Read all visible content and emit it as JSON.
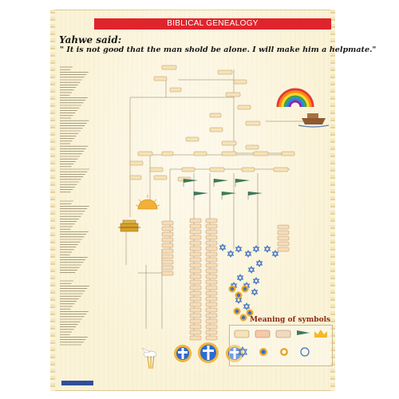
{
  "poster": {
    "title": "BIBLICAL GENEALOGY",
    "speaker": "Yahwe said:",
    "quote": "\" It is not good that the man shold be alone. I will make him a helpmate.\"",
    "colors": {
      "paper": "#fbf3d7",
      "title_bar": "#e0242c",
      "line": "#8a7a5a",
      "node": "#f6e3b5",
      "node_border": "#a8825a",
      "pennant": "#3f7a5a",
      "star": "#3e6fbf",
      "gear": "#e8a92a"
    }
  },
  "legend": {
    "title": "Meaning of symbols",
    "icons": [
      "covenant-box-icon",
      "genealogy-box-icon",
      "tribe-box-icon",
      "pennant-icon",
      "crown-icon",
      "star-of-david-icon",
      "sun-gear-icon",
      "priest-icon",
      "prophet-icon"
    ]
  },
  "illustrations": {
    "icons": [
      "rainbow-icon",
      "ark-icon",
      "ark-of-covenant-icon",
      "sunrise-icon",
      "cross-medallion-icon",
      "dove-icon",
      "wheat-icon"
    ]
  }
}
